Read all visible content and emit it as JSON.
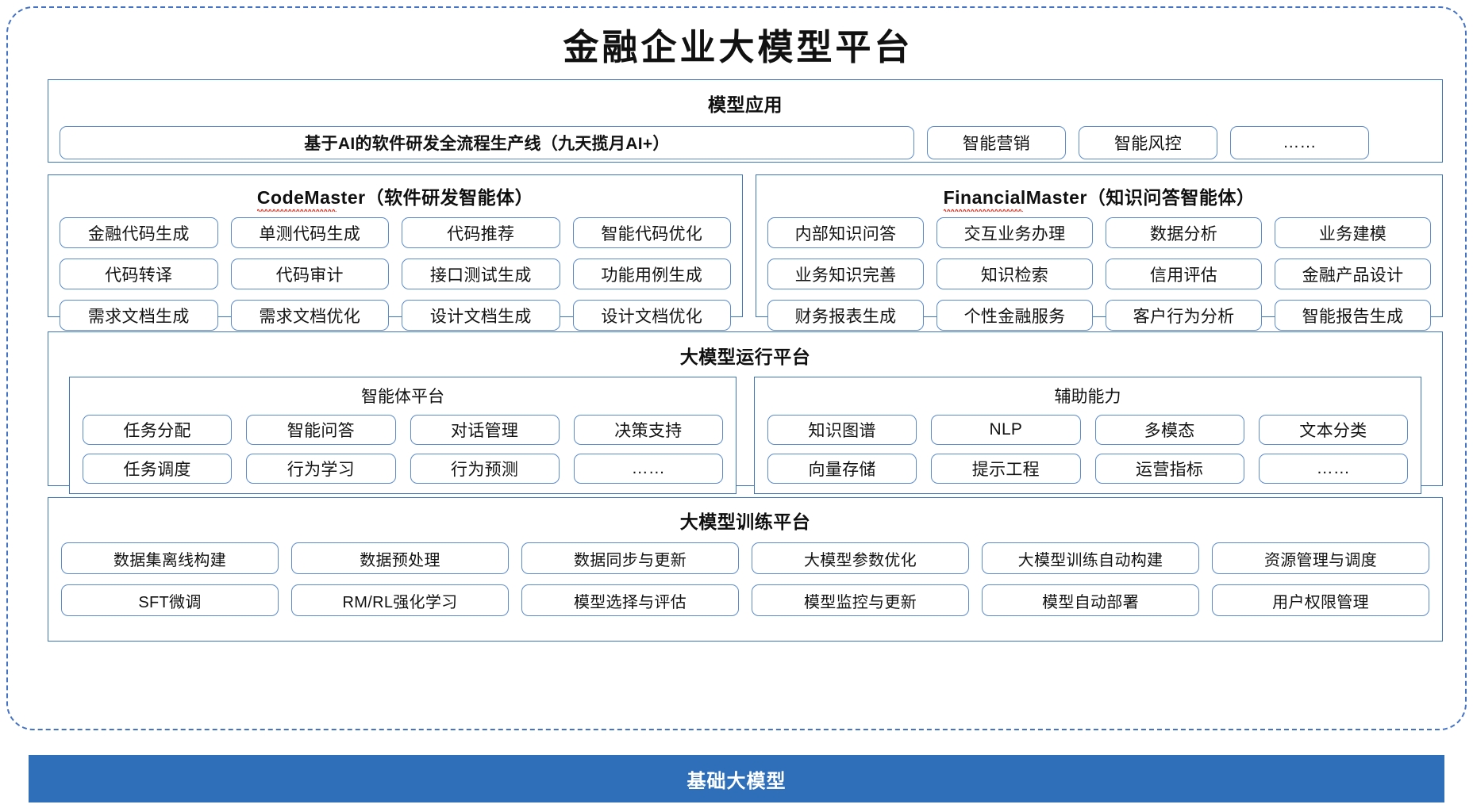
{
  "title": "金融企业大模型平台",
  "colors": {
    "frame_dashed": "#4472C4",
    "panel_border": "#3F73B8",
    "cell_border": "#5B8BCB",
    "foundation_bar": "#2F6FBA",
    "spellcheck_squiggle": "#E03020",
    "text": "#121212",
    "foundation_text": "#FFFFFF"
  },
  "applications": {
    "title": "模型应用",
    "items": [
      {
        "label": "基于AI的软件研发全流程生产线（九天揽月AI+）",
        "wide": true
      },
      {
        "label": "智能营销",
        "wide": false
      },
      {
        "label": "智能风控",
        "wide": false
      },
      {
        "label": "……",
        "wide": false
      }
    ]
  },
  "codemaster": {
    "title_en": "CodeMaster",
    "title_cn": "（软件研发智能体）",
    "spellchecked": true,
    "items": [
      "金融代码生成",
      "单测代码生成",
      "代码推荐",
      "智能代码优化",
      "代码转译",
      "代码审计",
      "接口测试生成",
      "功能用例生成",
      "需求文档生成",
      "需求文档优化",
      "设计文档生成",
      "设计文档优化"
    ]
  },
  "financialmaster": {
    "title_en": "FinancialMaster",
    "title_cn": "（知识问答智能体）",
    "spellchecked": true,
    "items": [
      "内部知识问答",
      "交互业务办理",
      "数据分析",
      "业务建模",
      "业务知识完善",
      "知识检索",
      "信用评估",
      "金融产品设计",
      "财务报表生成",
      "个性金融服务",
      "客户行为分析",
      "智能报告生成"
    ]
  },
  "runtime": {
    "title": "大模型运行平台",
    "agent_platform": {
      "title": "智能体平台",
      "items": [
        "任务分配",
        "智能问答",
        "对话管理",
        "决策支持",
        "任务调度",
        "行为学习",
        "行为预测",
        "……"
      ]
    },
    "auxiliary": {
      "title": "辅助能力",
      "items": [
        "知识图谱",
        "NLP",
        "多模态",
        "文本分类",
        "向量存储",
        "提示工程",
        "运营指标",
        "……"
      ]
    }
  },
  "training": {
    "title": "大模型训练平台",
    "items": [
      "数据集离线构建",
      "数据预处理",
      "数据同步与更新",
      "大模型参数优化",
      "大模型训练自动构建",
      "资源管理与调度",
      "SFT微调",
      "RM/RL强化学习",
      "模型选择与评估",
      "模型监控与更新",
      "模型自动部署",
      "用户权限管理"
    ]
  },
  "foundation": {
    "label": "基础大模型"
  }
}
